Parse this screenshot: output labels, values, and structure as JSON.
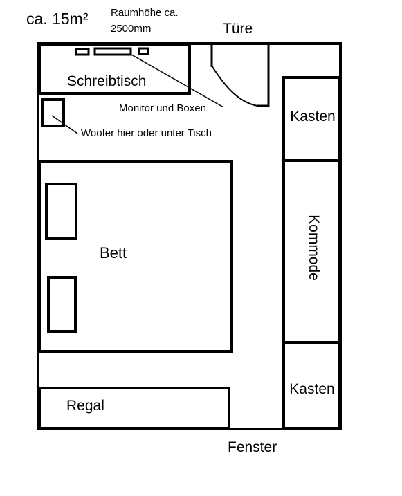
{
  "header": {
    "area": "ca. 15m²",
    "height_line1": "Raumhöhe ca.",
    "height_line2": "2500mm"
  },
  "labels": {
    "door": "Türe",
    "window": "Fenster",
    "desk": "Schreibtisch",
    "monitor_note": "Monitor und Boxen",
    "woofer_note": "Woofer hier oder unter Tisch",
    "bed": "Bett",
    "shelf": "Regal",
    "cabinet_top": "Kasten",
    "dresser": "Kommode",
    "cabinet_bottom": "Kasten"
  },
  "colors": {
    "ink": "#000000",
    "paper": "#ffffff"
  }
}
